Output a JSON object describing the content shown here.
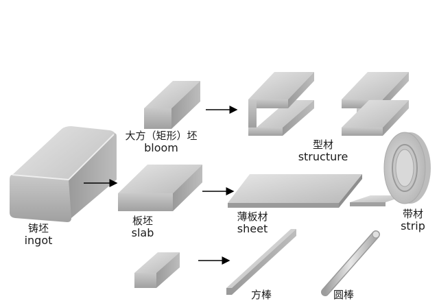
{
  "colors": {
    "top": "#d4d4d4",
    "front": "#a6a6a6",
    "side": "#8c8c8c",
    "edge": "#7a7a7a",
    "arrow": "#000000"
  },
  "labels": {
    "ingot": {
      "cn": "铸坯",
      "en": "ingot"
    },
    "bloom": {
      "cn": "大方（矩形）坯",
      "en": "bloom"
    },
    "slab": {
      "cn": "板坯",
      "en": "slab"
    },
    "structure": {
      "cn": "型材",
      "en": "structure"
    },
    "sheet": {
      "cn": "薄板材",
      "en": "sheet"
    },
    "strip": {
      "cn": "带材",
      "en": "strip"
    },
    "square_bar": {
      "cn": "方棒"
    },
    "round_bar": {
      "cn": "圆棒"
    }
  }
}
